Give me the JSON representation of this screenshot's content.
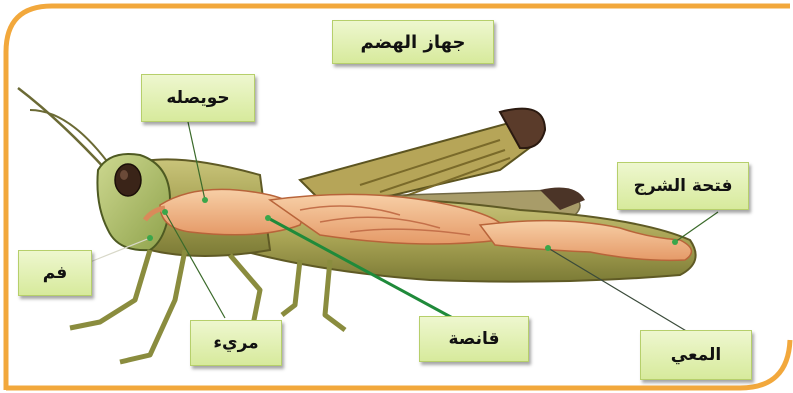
{
  "title": "جهاز الهضم",
  "labels": {
    "crop_sac": "حويصله",
    "mouth": "فم",
    "esophagus": "مريء",
    "gizzard": "قانصة",
    "anus": "فتحة الشرج",
    "intestine": "المعي"
  },
  "colors": {
    "frame": "#f2a83c",
    "label_bg": "#dcecaa",
    "leader_line": "#1f8a3a"
  }
}
